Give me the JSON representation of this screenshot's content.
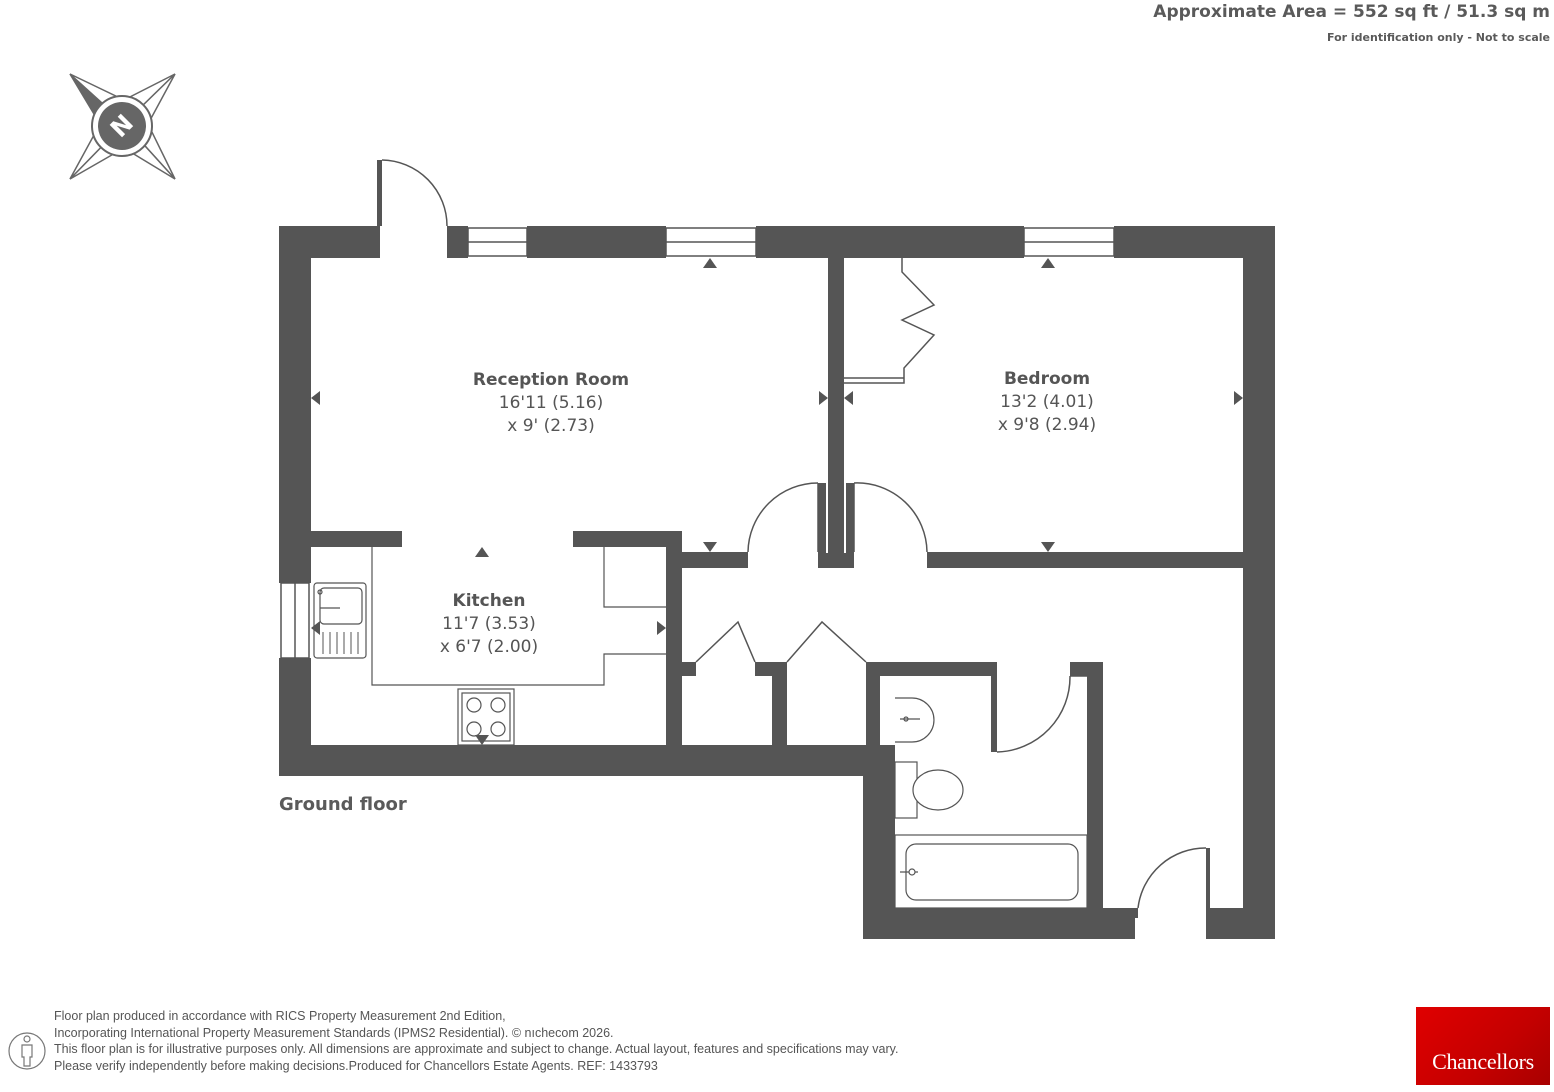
{
  "header": {
    "area": "Approximate Area = 552 sq ft / 51.3 sq m",
    "note": "For identification only - Not to scale"
  },
  "compass": {
    "icon": "north-compass-icon",
    "letter": "N"
  },
  "rooms": {
    "reception": {
      "name": "Reception Room",
      "dim1": "16'11 (5.16)",
      "dim2": "x 9' (2.73)"
    },
    "bedroom": {
      "name": "Bedroom",
      "dim1": "13'2 (4.01)",
      "dim2": "x 9'8 (2.94)"
    },
    "kitchen": {
      "name": "Kitchen",
      "dim1": "11'7 (3.53)",
      "dim2": "x 6'7 (2.00)"
    }
  },
  "floor_label": "Ground floor",
  "footer": {
    "line1": "Floor plan produced in accordance with RICS Property Measurement 2nd Edition,",
    "line2": "Incorporating International Property Measurement Standards (IPMS2 Residential).   © nıchecom 2026.",
    "line3": "This floor plan is for illustrative purposes only. All dimensions are approximate and subject to change. Actual layout, features and specifications may vary.",
    "line4": "Please verify independently before making decisions.Produced for Chancellors Estate Agents.   REF:  1433793"
  },
  "brand": {
    "name": "Chancellors",
    "color": "#d40000"
  },
  "colors": {
    "wall": "#555555",
    "fixture": "#666666"
  }
}
